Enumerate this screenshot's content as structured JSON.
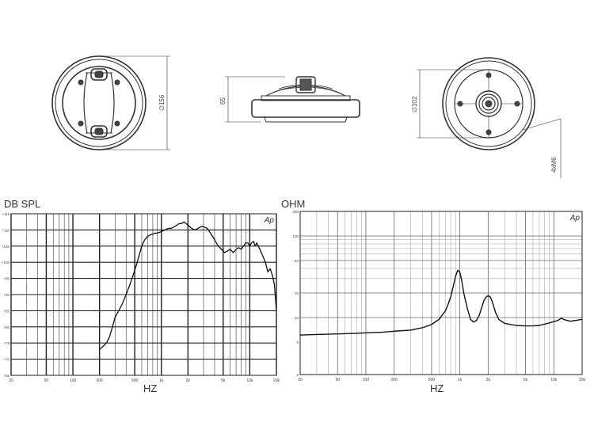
{
  "drawings": {
    "front_view": {
      "dimension_label": "∅156"
    },
    "side_view": {
      "dimension_label": "65"
    },
    "rear_view": {
      "dimension_label": "∅102",
      "mount_label": "4xM6"
    }
  },
  "chart_data": [
    {
      "type": "line",
      "panel_label": "DB SPL",
      "xlabel": "HZ",
      "x_scale": "log",
      "xlim": [
        20,
        20000
      ],
      "x_ticks": [
        20,
        50,
        100,
        200,
        500,
        1000,
        2000,
        5000,
        10000,
        20000
      ],
      "x_tick_labels": [
        "20",
        "50",
        "100",
        "200",
        "500",
        "1k",
        "2k",
        "5k",
        "10k",
        "20k"
      ],
      "ylim": [
        65,
        115
      ],
      "y_ticks": [
        65,
        70,
        75,
        80,
        85,
        90,
        95,
        100,
        105,
        110,
        115
      ],
      "y_tick_labels": [
        "+65",
        "+70",
        "+75",
        "+80",
        "+85",
        "+90",
        "+95",
        "+100",
        "+105",
        "+110",
        "+115"
      ],
      "logo": "Ap",
      "series": [
        {
          "x": [
            200,
            210,
            220,
            240,
            260,
            280,
            300,
            330,
            360,
            400,
            440,
            480,
            520,
            560,
            600,
            650,
            700,
            750,
            800,
            850,
            900,
            1000,
            1100,
            1200,
            1300,
            1400,
            1500,
            1600,
            1700,
            1800,
            1900,
            2000,
            2200,
            2400,
            2600,
            2800,
            3000,
            3300,
            3600,
            4000,
            4400,
            4800,
            5200,
            5600,
            6000,
            6500,
            7000,
            7500,
            8000,
            8500,
            9000,
            9500,
            10000,
            10500,
            11000,
            11500,
            12000,
            13000,
            14000,
            15000,
            16000,
            17000,
            18000,
            19000,
            20000
          ],
          "y": [
            73,
            73.5,
            74,
            75,
            77,
            80,
            83,
            85,
            87,
            90,
            93,
            96,
            99,
            102,
            105,
            107,
            108,
            108.5,
            108.7,
            109,
            109,
            109.5,
            110,
            110.5,
            110.5,
            111,
            111.5,
            112,
            112,
            112.5,
            112,
            111.5,
            110.5,
            110,
            110.5,
            111,
            111,
            110.5,
            109,
            107,
            105,
            104,
            103,
            103.5,
            104,
            103,
            104,
            104.5,
            104,
            105,
            106,
            106,
            105,
            106,
            106.5,
            105,
            106,
            104,
            102,
            100,
            97,
            98,
            96,
            93,
            85
          ]
        }
      ]
    },
    {
      "type": "line",
      "panel_label": "OHM",
      "xlabel": "HZ",
      "x_scale": "log",
      "xlim": [
        20,
        20000
      ],
      "x_ticks": [
        20,
        50,
        100,
        200,
        500,
        1000,
        2000,
        5000,
        10000,
        20000
      ],
      "x_tick_labels": [
        "20",
        "50",
        "100",
        "200",
        "500",
        "1k",
        "2k",
        "5k",
        "10k",
        "20k"
      ],
      "y_scale": "log",
      "ylim": [
        2,
        200
      ],
      "y_ticks": [
        2,
        5,
        10,
        20,
        50,
        100,
        200
      ],
      "y_tick_labels": [
        "2",
        "5",
        "10",
        "20",
        "50",
        "100",
        "200"
      ],
      "logo": "Ap",
      "series": [
        {
          "x": [
            20,
            30,
            50,
            80,
            100,
            150,
            200,
            300,
            400,
            500,
            600,
            700,
            750,
            800,
            850,
            900,
            950,
            1000,
            1050,
            1100,
            1200,
            1300,
            1400,
            1500,
            1600,
            1700,
            1800,
            1900,
            2000,
            2100,
            2200,
            2400,
            2600,
            2800,
            3000,
            3500,
            4000,
            5000,
            6000,
            7000,
            8000,
            9000,
            10000,
            11000,
            12000,
            13000,
            15000,
            17000,
            20000
          ],
          "y": [
            6.1,
            6.2,
            6.3,
            6.4,
            6.5,
            6.6,
            6.8,
            7.0,
            7.5,
            8.2,
            9.5,
            12,
            14.5,
            18,
            24,
            32,
            38,
            36,
            28,
            20,
            13,
            9.5,
            8.8,
            9.2,
            10.5,
            13,
            16,
            17.8,
            18.5,
            18,
            16,
            11.5,
            9.5,
            8.9,
            8.5,
            8.2,
            8.0,
            7.9,
            7.9,
            8.0,
            8.3,
            8.6,
            8.9,
            9.2,
            9.8,
            9.4,
            9.0,
            9.2,
            9.5
          ]
        }
      ]
    }
  ]
}
